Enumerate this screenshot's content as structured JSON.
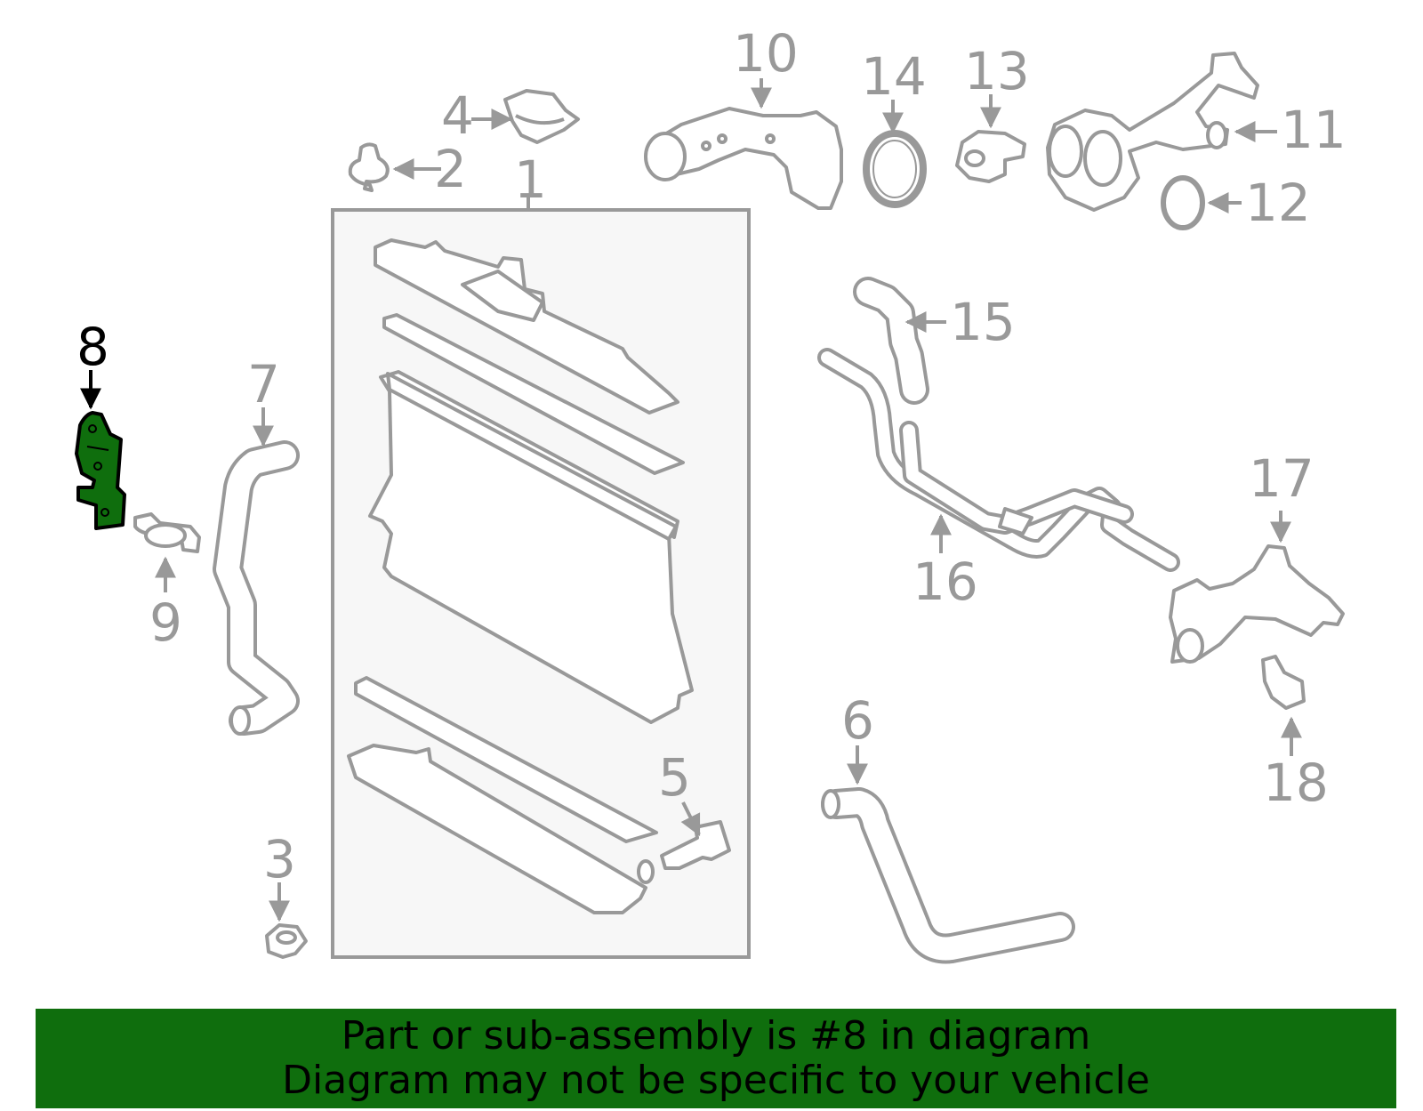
{
  "diagram": {
    "highlight_color": "#0f6e0d",
    "highlighted_part": "8",
    "callouts": {
      "c1": "1",
      "c2": "2",
      "c3": "3",
      "c4": "4",
      "c5": "5",
      "c6": "6",
      "c7": "7",
      "c8": "8",
      "c9": "9",
      "c10": "10",
      "c11": "11",
      "c12": "12",
      "c13": "13",
      "c14": "14",
      "c15": "15",
      "c16": "16",
      "c17": "17",
      "c18": "18"
    }
  },
  "banner": {
    "line1": "Part or sub-assembly is #8 in diagram",
    "line2": "Diagram may not be specific to your vehicle",
    "color": "#0f6e0d"
  }
}
